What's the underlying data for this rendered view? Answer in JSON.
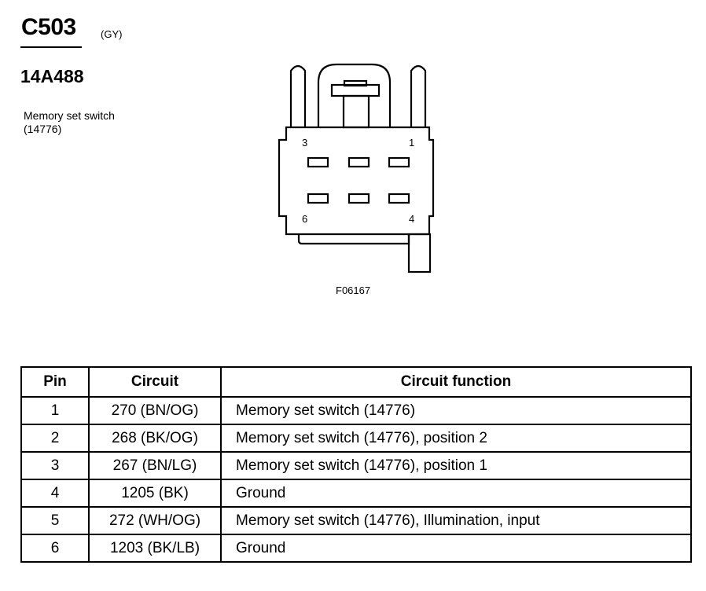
{
  "connector": {
    "id": "C503",
    "color": "(GY)",
    "part_number": "14A488",
    "component_name": "Memory set switch",
    "component_number": "(14776)"
  },
  "diagram": {
    "pin_labels": [
      "3",
      "1",
      "6",
      "4"
    ],
    "figure_id": "F06167"
  },
  "table": {
    "headers": [
      "Pin",
      "Circuit",
      "Circuit function"
    ],
    "rows": [
      [
        "1",
        "270 (BN/OG)",
        "Memory set switch (14776)"
      ],
      [
        "2",
        "268 (BK/OG)",
        "Memory set switch (14776), position 2"
      ],
      [
        "3",
        "267 (BN/LG)",
        "Memory set switch (14776), position 1"
      ],
      [
        "4",
        "1205 (BK)",
        "Ground"
      ],
      [
        "5",
        "272 (WH/OG)",
        "Memory set switch (14776), Illumination, input"
      ],
      [
        "6",
        "1203 (BK/LB)",
        "Ground"
      ]
    ]
  }
}
